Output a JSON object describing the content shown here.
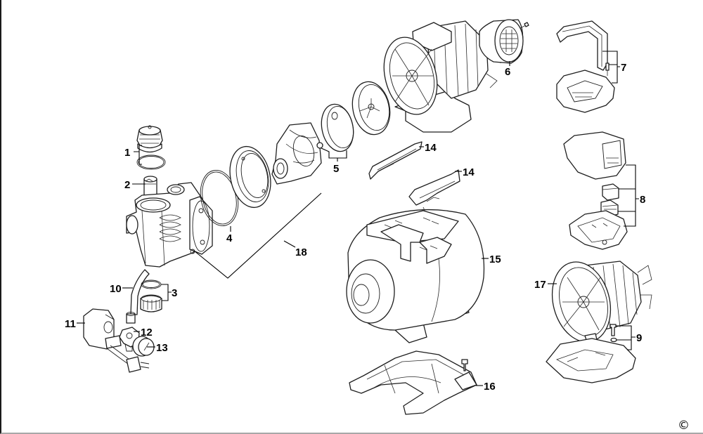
{
  "diagram": {
    "type": "exploded-parts-diagram",
    "subject": "Pressure water pump with expansion tank",
    "copyright_symbol": "©",
    "callouts": [
      {
        "number": "1",
        "part": "filler-cap-and-o-ring"
      },
      {
        "number": "2",
        "part": "valve-insert"
      },
      {
        "number": "3",
        "part": "o-ring-and-nut"
      },
      {
        "number": "4",
        "part": "gasket-ring"
      },
      {
        "number": "5",
        "part": "impeller-and-nut"
      },
      {
        "number": "6",
        "part": "fan-cover"
      },
      {
        "number": "7",
        "part": "handle-and-screw"
      },
      {
        "number": "8",
        "part": "switch-housing-assembly"
      },
      {
        "number": "9",
        "part": "screw-and-washer"
      },
      {
        "number": "10",
        "part": "hose"
      },
      {
        "number": "11",
        "part": "pressure-switch"
      },
      {
        "number": "12",
        "part": "connector-fitting"
      },
      {
        "number": "13",
        "part": "pressure-gauge"
      },
      {
        "number": "14",
        "part": "bracket"
      },
      {
        "number": "14",
        "part": "bracket"
      },
      {
        "number": "15",
        "part": "expansion-tank"
      },
      {
        "number": "16",
        "part": "tank-base"
      },
      {
        "number": "17",
        "part": "motor"
      },
      {
        "number": "18",
        "part": "pump-housing-assembly"
      }
    ]
  }
}
